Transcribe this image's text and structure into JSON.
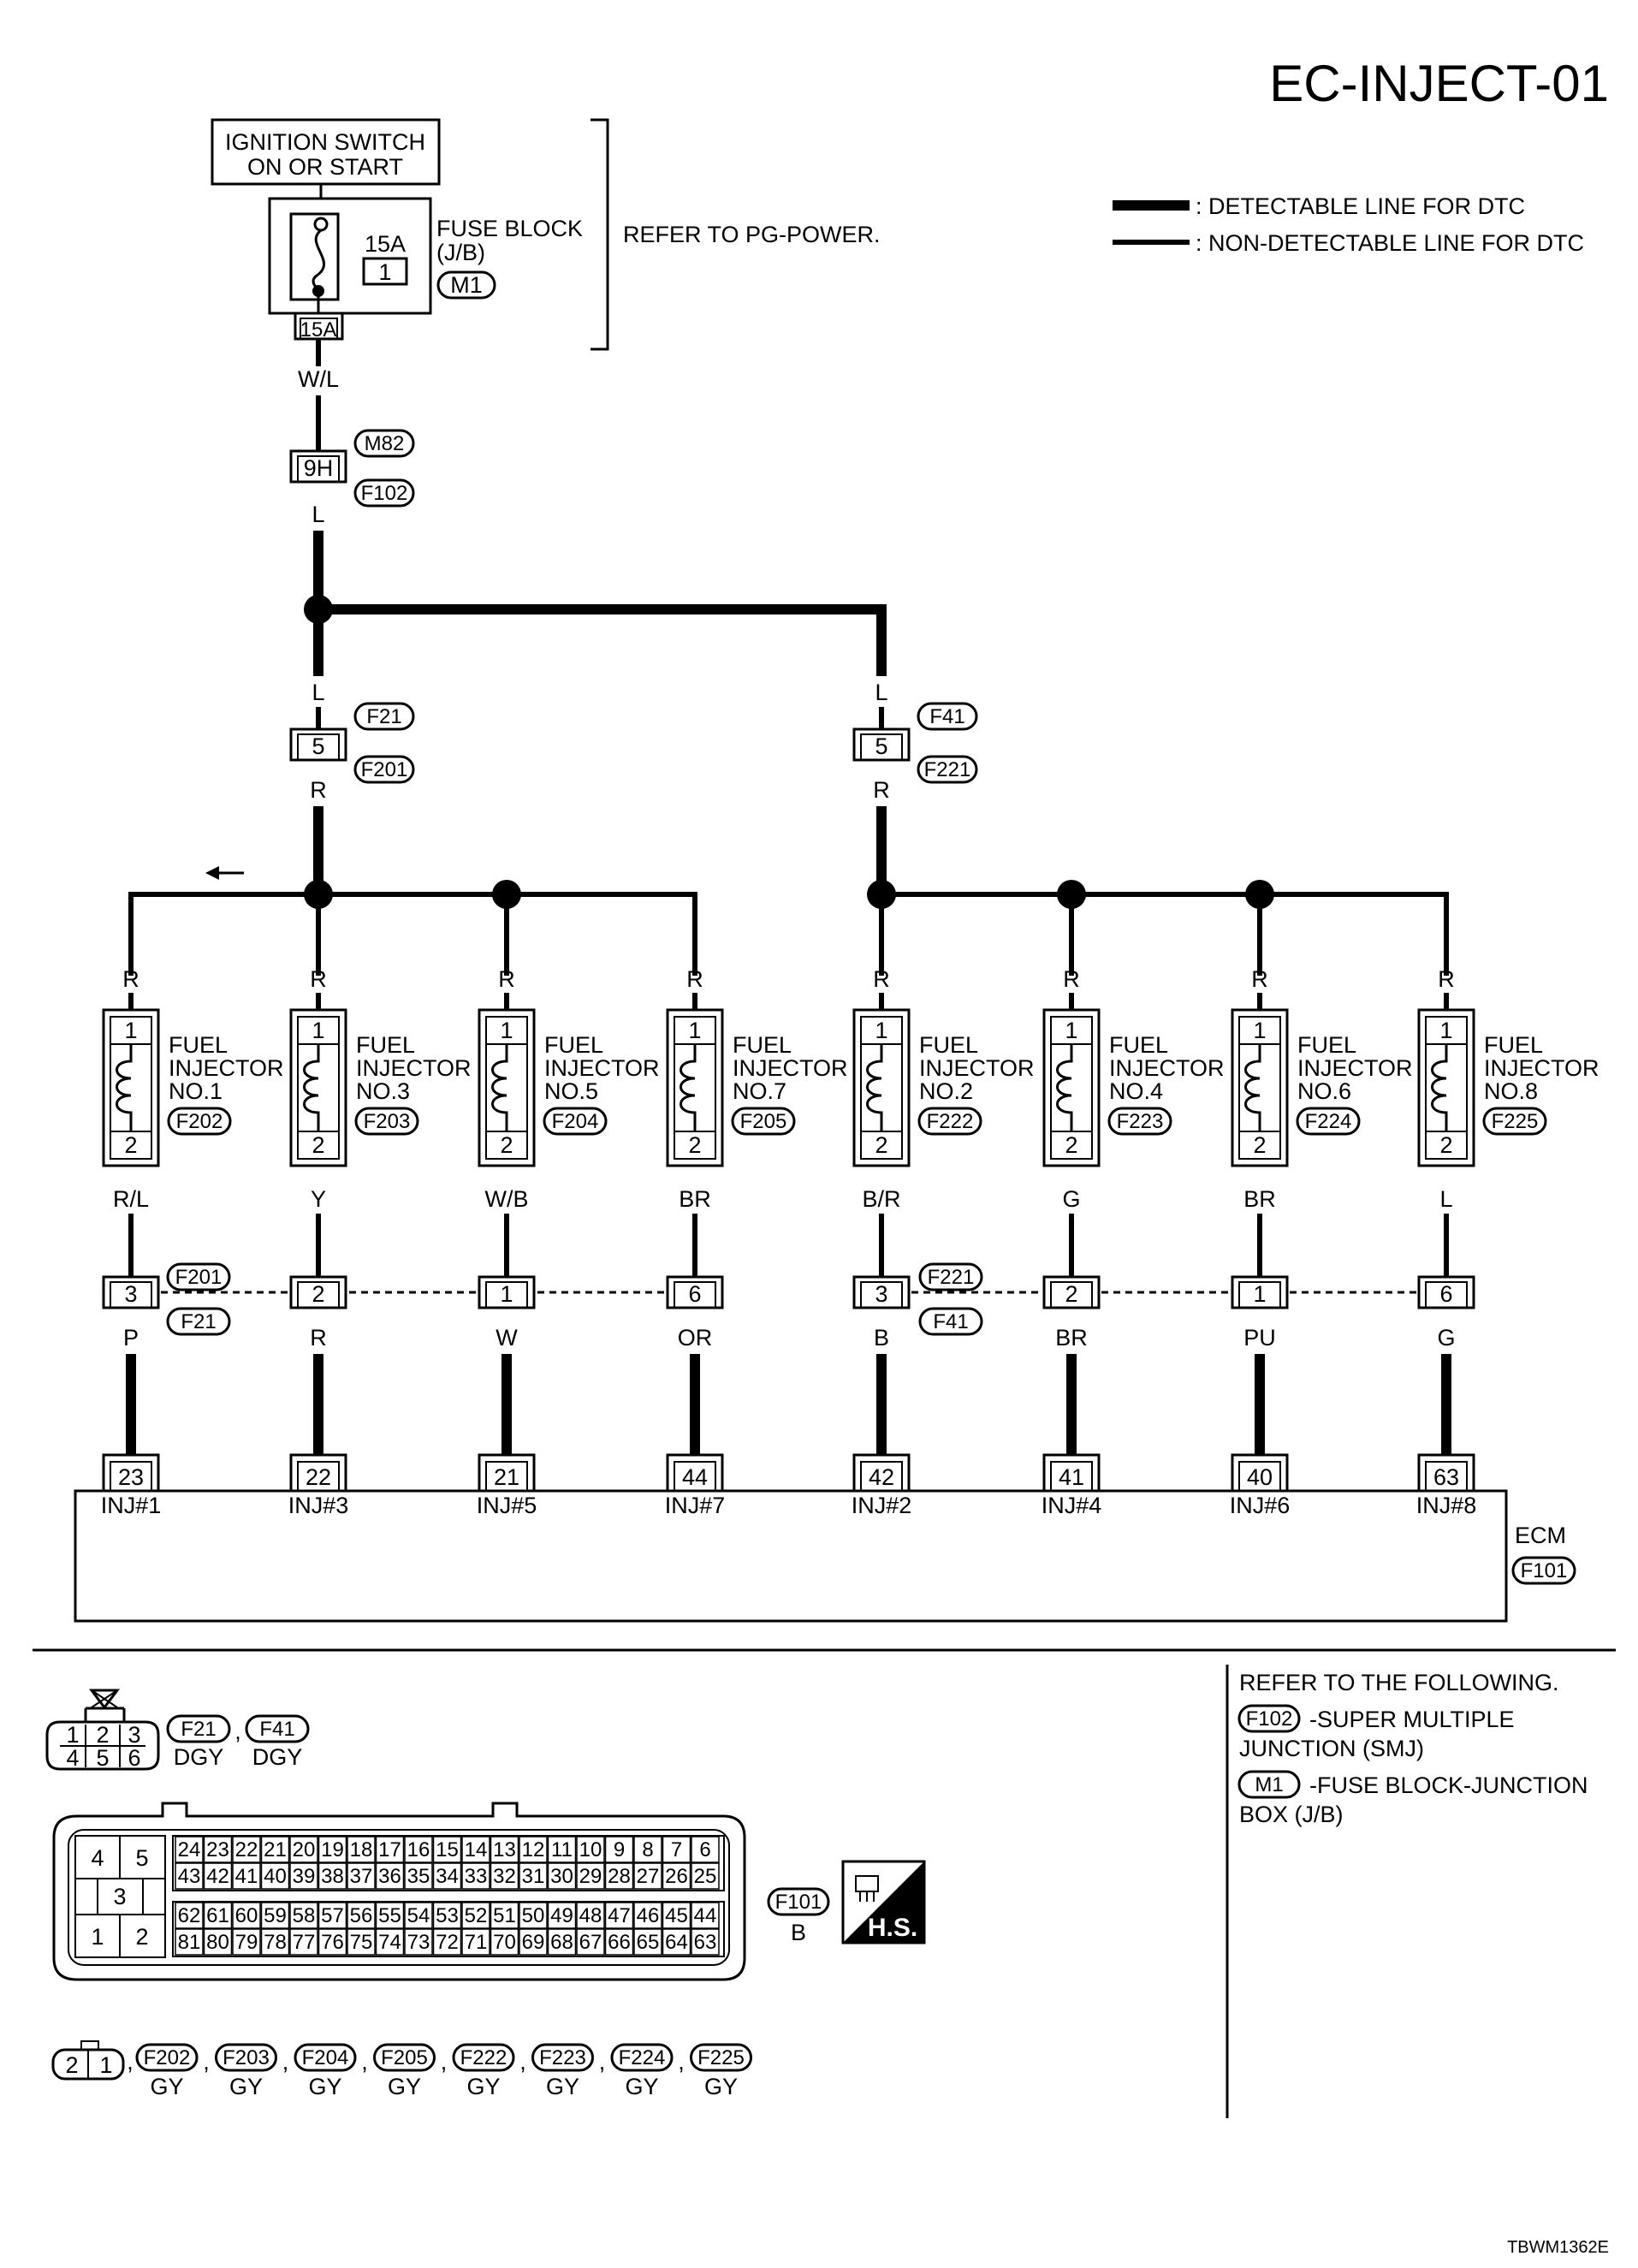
{
  "page_title": "EC-INJECT-01",
  "legend": {
    "detectable": ": DETECTABLE LINE FOR DTC",
    "non_detectable": ": NON-DETECTABLE LINE FOR DTC"
  },
  "power": {
    "ignition_line1": "IGNITION SWITCH",
    "ignition_line2": "ON OR START",
    "fuse_amp": "15A",
    "fuse_no": "1",
    "fuse_block_line1": "FUSE BLOCK",
    "fuse_block_line2": "(J/B)",
    "fuse_block_conn": "M1",
    "fuse_terminal": "15A",
    "refer": "REFER TO PG-POWER.",
    "wire_wl": "W/L",
    "smj_terminal": "9H",
    "smj_conn_top": "M82",
    "smj_conn_bottom": "F102",
    "wire_l": "L"
  },
  "branches": [
    {
      "wire_in": "L",
      "terminal": "5",
      "conn_top": "F21",
      "conn_bottom": "F201",
      "wire_out": "R"
    },
    {
      "wire_in": "L",
      "terminal": "5",
      "conn_top": "F41",
      "conn_bottom": "F221",
      "wire_out": "R"
    }
  ],
  "injectors": [
    {
      "line1": "FUEL",
      "line2": "INJECTOR",
      "line3": "NO.1",
      "conn": "F202",
      "wire_in": "R",
      "pin_top": "1",
      "pin_bottom": "2",
      "wire_out": "R/L",
      "joint_terminal": "3",
      "wire_ecm": "P",
      "ecm_pin": "23",
      "ecm_label": "INJ#1"
    },
    {
      "line1": "FUEL",
      "line2": "INJECTOR",
      "line3": "NO.3",
      "conn": "F203",
      "wire_in": "R",
      "pin_top": "1",
      "pin_bottom": "2",
      "wire_out": "Y",
      "joint_terminal": "2",
      "wire_ecm": "R",
      "ecm_pin": "22",
      "ecm_label": "INJ#3"
    },
    {
      "line1": "FUEL",
      "line2": "INJECTOR",
      "line3": "NO.5",
      "conn": "F204",
      "wire_in": "R",
      "pin_top": "1",
      "pin_bottom": "2",
      "wire_out": "W/B",
      "joint_terminal": "1",
      "wire_ecm": "W",
      "ecm_pin": "21",
      "ecm_label": "INJ#5"
    },
    {
      "line1": "FUEL",
      "line2": "INJECTOR",
      "line3": "NO.7",
      "conn": "F205",
      "wire_in": "R",
      "pin_top": "1",
      "pin_bottom": "2",
      "wire_out": "BR",
      "joint_terminal": "6",
      "wire_ecm": "OR",
      "ecm_pin": "44",
      "ecm_label": "INJ#7"
    },
    {
      "line1": "FUEL",
      "line2": "INJECTOR",
      "line3": "NO.2",
      "conn": "F222",
      "wire_in": "R",
      "pin_top": "1",
      "pin_bottom": "2",
      "wire_out": "B/R",
      "joint_terminal": "3",
      "wire_ecm": "B",
      "ecm_pin": "42",
      "ecm_label": "INJ#2"
    },
    {
      "line1": "FUEL",
      "line2": "INJECTOR",
      "line3": "NO.4",
      "conn": "F223",
      "wire_in": "R",
      "pin_top": "1",
      "pin_bottom": "2",
      "wire_out": "G",
      "joint_terminal": "2",
      "wire_ecm": "BR",
      "ecm_pin": "41",
      "ecm_label": "INJ#4"
    },
    {
      "line1": "FUEL",
      "line2": "INJECTOR",
      "line3": "NO.6",
      "conn": "F224",
      "wire_in": "R",
      "pin_top": "1",
      "pin_bottom": "2",
      "wire_out": "BR",
      "joint_terminal": "1",
      "wire_ecm": "PU",
      "ecm_pin": "40",
      "ecm_label": "INJ#6"
    },
    {
      "line1": "FUEL",
      "line2": "INJECTOR",
      "line3": "NO.8",
      "conn": "F225",
      "wire_in": "R",
      "pin_top": "1",
      "pin_bottom": "2",
      "wire_out": "L",
      "joint_terminal": "6",
      "wire_ecm": "G",
      "ecm_pin": "63",
      "ecm_label": "INJ#8"
    }
  ],
  "joint_connectors": {
    "group1_top": "F201",
    "group1_bottom": "F21",
    "group2_top": "F221",
    "group2_bottom": "F41"
  },
  "ecm": {
    "label": "ECM",
    "conn": "F101"
  },
  "connectors": {
    "c6": {
      "pins": [
        "1",
        "2",
        "3",
        "4",
        "5",
        "6"
      ],
      "ids": [
        "F21",
        "F41"
      ],
      "sep": ",",
      "colors": [
        "DGY",
        "DGY"
      ]
    },
    "ecm": {
      "large_pins": [
        "4",
        "5",
        "3",
        "1",
        "2"
      ],
      "row1": [
        "24",
        "23",
        "22",
        "21",
        "20",
        "19",
        "18",
        "17",
        "16",
        "15",
        "14",
        "13",
        "12",
        "11",
        "10",
        "9",
        "8",
        "7",
        "6"
      ],
      "row2": [
        "43",
        "42",
        "41",
        "40",
        "39",
        "38",
        "37",
        "36",
        "35",
        "34",
        "33",
        "32",
        "31",
        "30",
        "29",
        "28",
        "27",
        "26",
        "25"
      ],
      "row3": [
        "62",
        "61",
        "60",
        "59",
        "58",
        "57",
        "56",
        "55",
        "54",
        "53",
        "52",
        "51",
        "50",
        "49",
        "48",
        "47",
        "46",
        "45",
        "44"
      ],
      "row4": [
        "81",
        "80",
        "79",
        "78",
        "77",
        "76",
        "75",
        "74",
        "73",
        "72",
        "71",
        "70",
        "69",
        "68",
        "67",
        "66",
        "65",
        "64",
        "63"
      ],
      "id": "F101",
      "color": "B",
      "hs": "H.S."
    },
    "c2": {
      "pins": [
        "2",
        "1"
      ],
      "ids": [
        "F202",
        "F203",
        "F204",
        "F205",
        "F222",
        "F223",
        "F224",
        "F225"
      ],
      "sep": ",",
      "color": "GY"
    }
  },
  "refer_box": {
    "title": "REFER TO THE FOLLOWING.",
    "item1_conn": "F102",
    "item1_line1": "-SUPER MULTIPLE",
    "item1_line2": "JUNCTION (SMJ)",
    "item2_conn": "M1",
    "item2_line1": "-FUSE BLOCK-JUNCTION",
    "item2_line2": "BOX (J/B)"
  },
  "doc_code": "TBWM1362E"
}
